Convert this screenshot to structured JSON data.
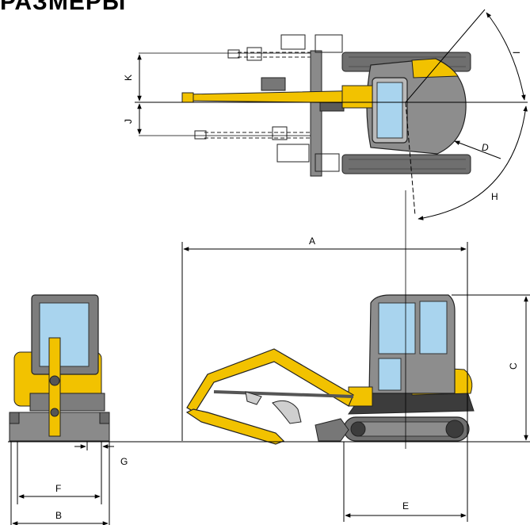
{
  "title": "РАЗМЕРЫ",
  "dimension_labels": {
    "A": "A",
    "B": "B",
    "C": "C",
    "D": "D",
    "E": "E",
    "F": "F",
    "G": "G",
    "H": "H",
    "I": "I",
    "J": "J",
    "K": "K"
  },
  "colors": {
    "machine_yellow": "#f2c200",
    "body_gray": "#7d7d7d",
    "dark_gray": "#3c3c3c",
    "glass_blue": "#a9d4ee",
    "line": "#000000"
  }
}
